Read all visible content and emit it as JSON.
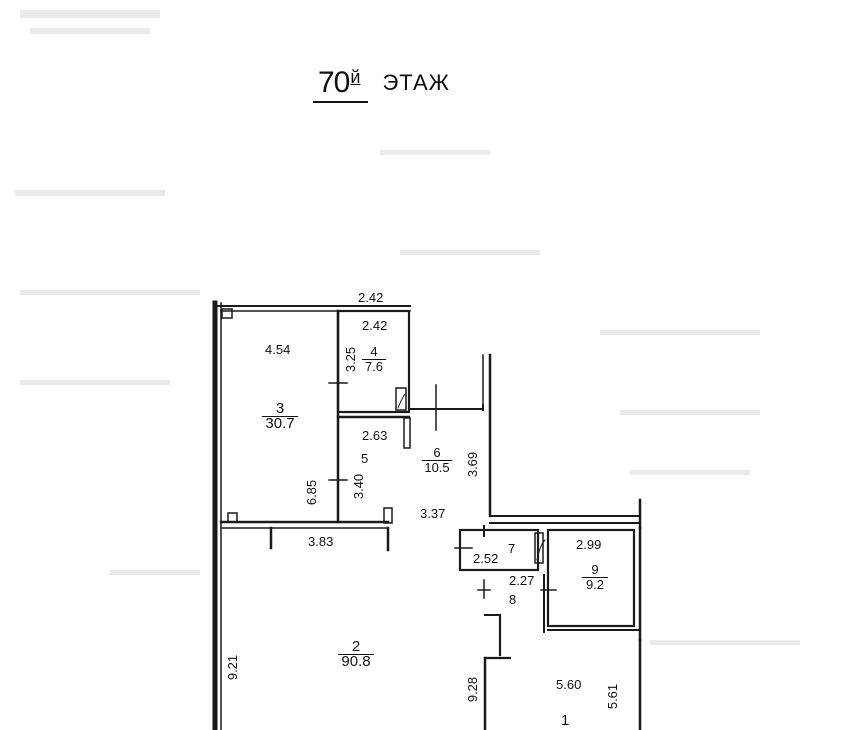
{
  "title": {
    "number": "70",
    "suffix": "й",
    "word": "ЭТАЖ"
  },
  "rooms": [
    {
      "id": "room-1",
      "number": "1"
    },
    {
      "id": "room-2",
      "number": "2",
      "area": "90.8"
    },
    {
      "id": "room-3",
      "number": "3",
      "area": "30.7"
    },
    {
      "id": "room-4",
      "number": "4",
      "area": "7.6"
    },
    {
      "id": "room-5",
      "number": "5"
    },
    {
      "id": "room-6",
      "number": "6",
      "area": "10.5"
    },
    {
      "id": "room-7",
      "number": "7"
    },
    {
      "id": "room-8",
      "number": "8"
    },
    {
      "id": "room-9",
      "number": "9",
      "area": "9.2"
    }
  ],
  "dimensions": {
    "top_width": "2.42",
    "room4_width": "2.42",
    "room3_width": "4.54",
    "room4_height": "3.25",
    "room5_width": "2.63",
    "room6_height": "3.69",
    "room3_height": "6.85",
    "room5_height": "3.40",
    "room6_width": "3.37",
    "room2_top_width": "3.83",
    "room9_width": "2.99",
    "room7_width": "2.52",
    "room8_width": "2.27",
    "room2_height": "9.21",
    "room1_height_left": "9.28",
    "room1_width": "5.60",
    "room1_height_right": "5.61"
  }
}
